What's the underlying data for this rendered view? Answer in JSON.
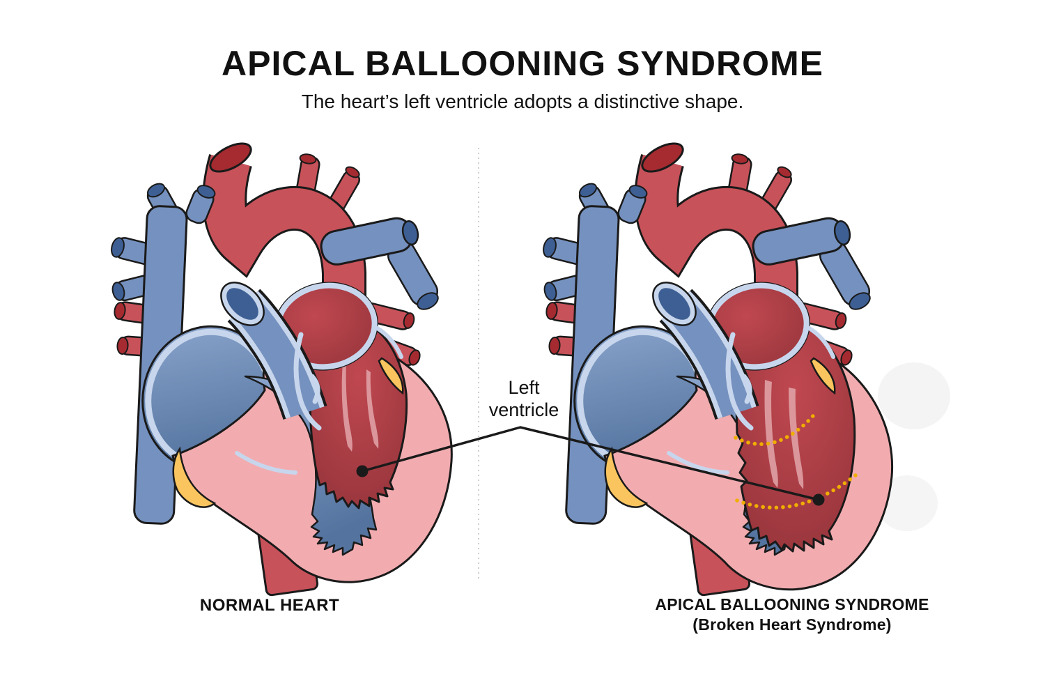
{
  "header": {
    "title": "APICAL BALLOONING SYNDROME",
    "subtitle": "The heart’s left ventricle adopts a distinctive shape."
  },
  "annotation": {
    "line1": "Left",
    "line2": "ventricle"
  },
  "captions": {
    "left": "NORMAL HEART",
    "right_line1": "APICAL BALLOONING SYNDROME",
    "right_line2": "(Broken Heart Syndrome)"
  },
  "palette": {
    "redMain": "#C8525A",
    "redDark": "#A93238",
    "redCut": "#A52B31",
    "pinkWall": "#F2ACB0",
    "cavMain": "#C04850",
    "cavDark": "#93333A",
    "blueMain": "#7591BF",
    "blueDark": "#54749F",
    "blueDeep": "#3E5F93",
    "blueLight": "#C7D6EC",
    "raLight": "#8CA6CE",
    "fatYellow": "#FAC55F",
    "dotYellow": "#F0AE00",
    "outline": "#1A1A1A",
    "divider": "#CFCFCF",
    "smudge": "#EBEBEB",
    "streak": "#E2A6AA"
  }
}
